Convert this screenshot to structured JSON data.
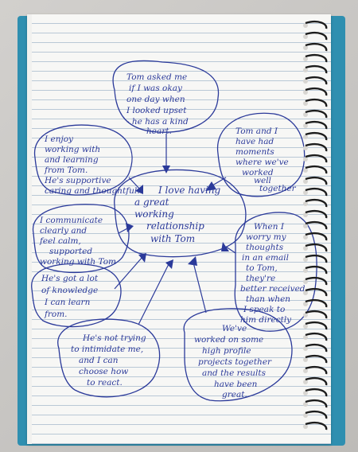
{
  "mindmap": {
    "center": [
      "I love having",
      "a great",
      "working",
      "relationship",
      "with Tom"
    ],
    "bubbles": [
      {
        "id": "asked",
        "lines": [
          "Tom asked me",
          "if I was okay",
          "one day when",
          "I looked upset",
          "- he has a kind",
          "heart."
        ]
      },
      {
        "id": "moments",
        "lines": [
          "Tom and I",
          "have had",
          "moments",
          "where we've",
          "worked",
          "well",
          "together"
        ]
      },
      {
        "id": "enjoy",
        "lines": [
          "I enjoy",
          "working with",
          "and learning",
          "from Tom.",
          "He's supportive",
          "caring and thoughtful."
        ]
      },
      {
        "id": "communicate",
        "lines": [
          "I communicate",
          "clearly and",
          "feel calm,",
          "supported",
          "working with Tom"
        ]
      },
      {
        "id": "worry",
        "lines": [
          "When I",
          "worry my",
          "thoughts",
          "in an email",
          "to Tom,",
          "they're",
          "better received",
          "than when",
          "I speak to",
          "him directly"
        ]
      },
      {
        "id": "knowledge",
        "lines": [
          "He's got a lot",
          "of knowledge",
          "I can learn",
          "from."
        ]
      },
      {
        "id": "intimidate",
        "lines": [
          "He's not trying",
          "to intimidate me,",
          "and I can",
          "choose how",
          "to react."
        ]
      },
      {
        "id": "projects",
        "lines": [
          "We've",
          "worked on some",
          "high profile",
          "projects together",
          "and the results",
          "have been",
          "great."
        ]
      }
    ]
  }
}
